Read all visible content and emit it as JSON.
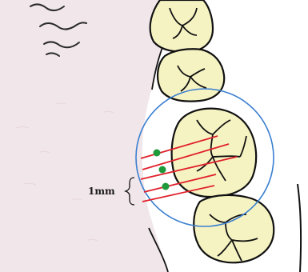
{
  "diagram": {
    "scale_label": "1mm",
    "colors": {
      "gingiva": "#f1e6ea",
      "tooth_fill": "#f6f3c2",
      "outline": "#111111",
      "circle": "#3a7fd0",
      "guide_lines": "#e0202a",
      "points": "#1f9a3a",
      "background": "#ffffff"
    },
    "icons": {
      "points": "green-dot-marker",
      "bracket": "curly-brace"
    }
  }
}
